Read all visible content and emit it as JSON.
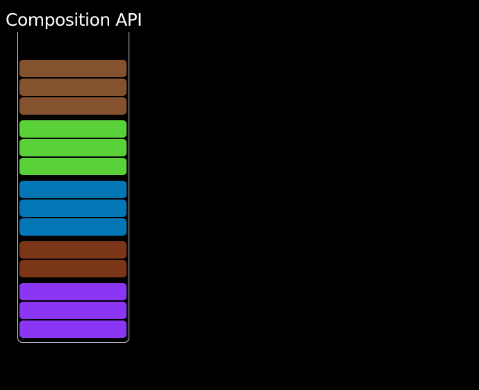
{
  "canvas": {
    "background_color": "#000000"
  },
  "header": {
    "title": "Composition API",
    "text_color": "#ffffff"
  },
  "panel": {
    "border_color": "#d9d9d9"
  },
  "diagram": {
    "type": "grouped-code-blocks",
    "description_of_pixels": "vertical stack of rounded color bars grouped by color inside an open-top bordered panel",
    "groups": [
      {
        "name": "brown-block-group",
        "color": "#85522F",
        "block_count": 3
      },
      {
        "name": "green-block-group",
        "color": "#5AD139",
        "block_count": 3
      },
      {
        "name": "blue-block-group",
        "color": "#0377B5",
        "block_count": 3
      },
      {
        "name": "dark-red-block-group",
        "color": "#7B3617",
        "block_count": 2
      },
      {
        "name": "purple-block-group",
        "color": "#8A36F2",
        "block_count": 3
      }
    ]
  }
}
